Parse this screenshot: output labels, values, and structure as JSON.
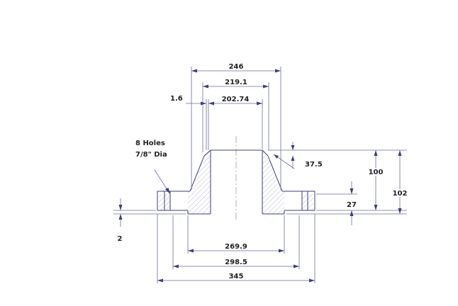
{
  "dimensions": {
    "d246": "246",
    "d219": "219.1",
    "d16": "1.6",
    "d202": "202.74",
    "holes_count": "8 Holes",
    "holes_dia": "7/8\" Dia",
    "d375": "37.5",
    "d100": "100",
    "d102": "102",
    "d27": "27",
    "d2": "2",
    "d2699": "269.9",
    "d2985": "298.5",
    "d345": "345"
  },
  "colors": {
    "line": "#3c3f78",
    "hatch": "#8d8fb5",
    "text": "#222222"
  }
}
